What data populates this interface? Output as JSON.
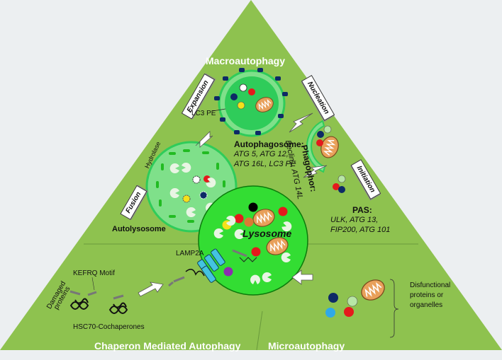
{
  "titles": {
    "macro": "Macroautophagy",
    "cma": "Chaperon Mediated Autophagy",
    "micro": "Microautophagy"
  },
  "tags": {
    "expansion": "Expansion",
    "nucleation": "Nucleation",
    "initiation": "Initiation",
    "fusion": "Fusion"
  },
  "labels": {
    "lc3pe": "LC3 PE",
    "autophagosome_title": "Autophagosome:",
    "autophagosome_line1": "ATG 5, ATG 12,",
    "autophagosome_line2": "ATG 16L, LC3 PE",
    "phagophor_title": "Phagophor:",
    "phagophor_line": "Beclin1, ATG 14L",
    "pas_title": "PAS:",
    "pas_line1": "ULK, ATG 13,",
    "pas_line2": "FIP200, ATG 101",
    "hydrolase": "Hydrolase",
    "autolysosome": "Autolysosome",
    "lysosome": "Lysosome",
    "lamp2a": "LAMP2A",
    "kefrq": "KEFRQ Motif",
    "damaged1": "Damaged",
    "damaged2": "proteins",
    "hsc70": "HSC70-Cochaperones",
    "disf1": "Disfunctional",
    "disf2": "proteins or",
    "disf3": "organelles"
  },
  "colors": {
    "background": "#eceff1",
    "triangle": "#8ec24f",
    "lysosome": "#33dd33",
    "vesicle": "#7fe08a",
    "vesicle_inner": "#2fcc5a",
    "lc3_dot": "#0d2a66",
    "mito": "#e8a05a"
  }
}
